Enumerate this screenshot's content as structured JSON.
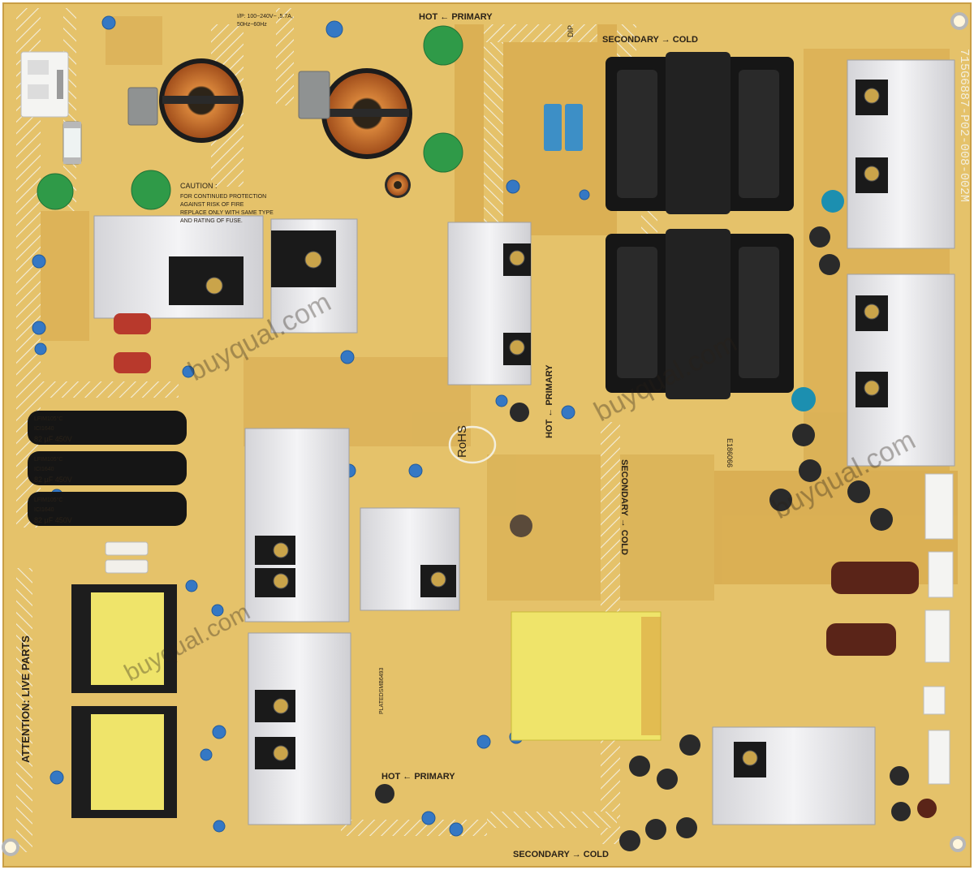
{
  "labels": {
    "hot_primary_top": "HOT ← PRIMARY",
    "secondary_cold_top": "SECONDARY → COLD",
    "hot_primary_bottom": "HOT ← PRIMARY",
    "secondary_cold_bottom": "SECONDARY → COLD",
    "hot_primary_mid": "HOT ← PRIMARY",
    "secondary_cold_mid": "SECONDARY → COLD",
    "part_number": "715G6887-P02-008-002M",
    "rohs": "RoHS",
    "attention": "ATTENTION: LIVE PARTS",
    "caution_title": "CAUTION :",
    "caution_lines": [
      "FOR CONTINUED PROTECTION",
      "AGAINST RISK OF FIRE",
      "REPLACE ONLY WITH SAME TYPE",
      "AND RATING OF FUSE."
    ],
    "input_rating_1": "I/P: 100~240V~ ,5.7A,",
    "input_rating_2": "50Hz~60Hz",
    "watermark": "buyqual.com",
    "cap_marking": "82 µF 450V",
    "cap_brand": "LFIM105°C",
    "cap_code": "ICI1640",
    "dip": "DIP",
    "cert": "E186066",
    "barcode_text": "PLATEDSMB6493"
  },
  "colors": {
    "board": "#e5c26a",
    "trace": "#d9ae4f",
    "silkscreen": "#f2efd8",
    "heatsink": "#e6e6e8",
    "transformer_yellow": "#efe46a",
    "transformer_black": "#161616",
    "copper": "#c46a28",
    "cap_blue": "#3a78c8",
    "varistor_green": "#2f9a48",
    "electrolytic_dark": "#2a2a2a",
    "cap_brown": "#5a2418"
  }
}
